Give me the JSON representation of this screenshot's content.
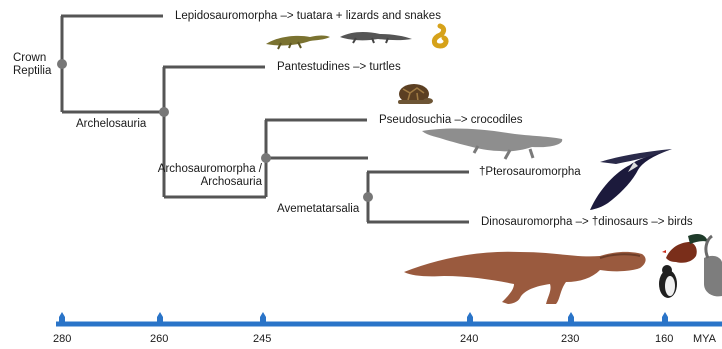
{
  "taxa": {
    "lepidosauromorpha": "Lepidosauromorpha –> tuatara + lizards and snakes",
    "pantestudines": "Pantestudines –> turtles",
    "pseudosuchia": "Pseudosuchia –> crocodiles",
    "pterosauromorpha": "†Pterosauromorpha",
    "dinosauromorpha": "Dinosauromorpha –> †dinosaurs –> birds"
  },
  "nodes": {
    "crown_reptilia_line1": "Crown",
    "crown_reptilia_line2": "Reptilia",
    "archelosauria": "Archelosauria",
    "archosauromorpha_line1": "Archosauromorpha /",
    "archosauromorpha_line2": "Archosauria",
    "avemetatarsalia": "Avemetatarsalia"
  },
  "timeline": {
    "ticks": [
      "280",
      "260",
      "245",
      "240",
      "230",
      "160"
    ],
    "unit": "MYA"
  },
  "colors": {
    "branch": "#555555",
    "node": "#777777",
    "axis": "#2a74c8"
  },
  "animal_icons": [
    "tuatara-icon",
    "lizard-icon",
    "snake-icon",
    "turtle-icon",
    "crocodile-icon",
    "pterosaur-icon",
    "tyrannosaurus-icon",
    "rooster-icon",
    "penguin-icon",
    "emu-icon"
  ]
}
